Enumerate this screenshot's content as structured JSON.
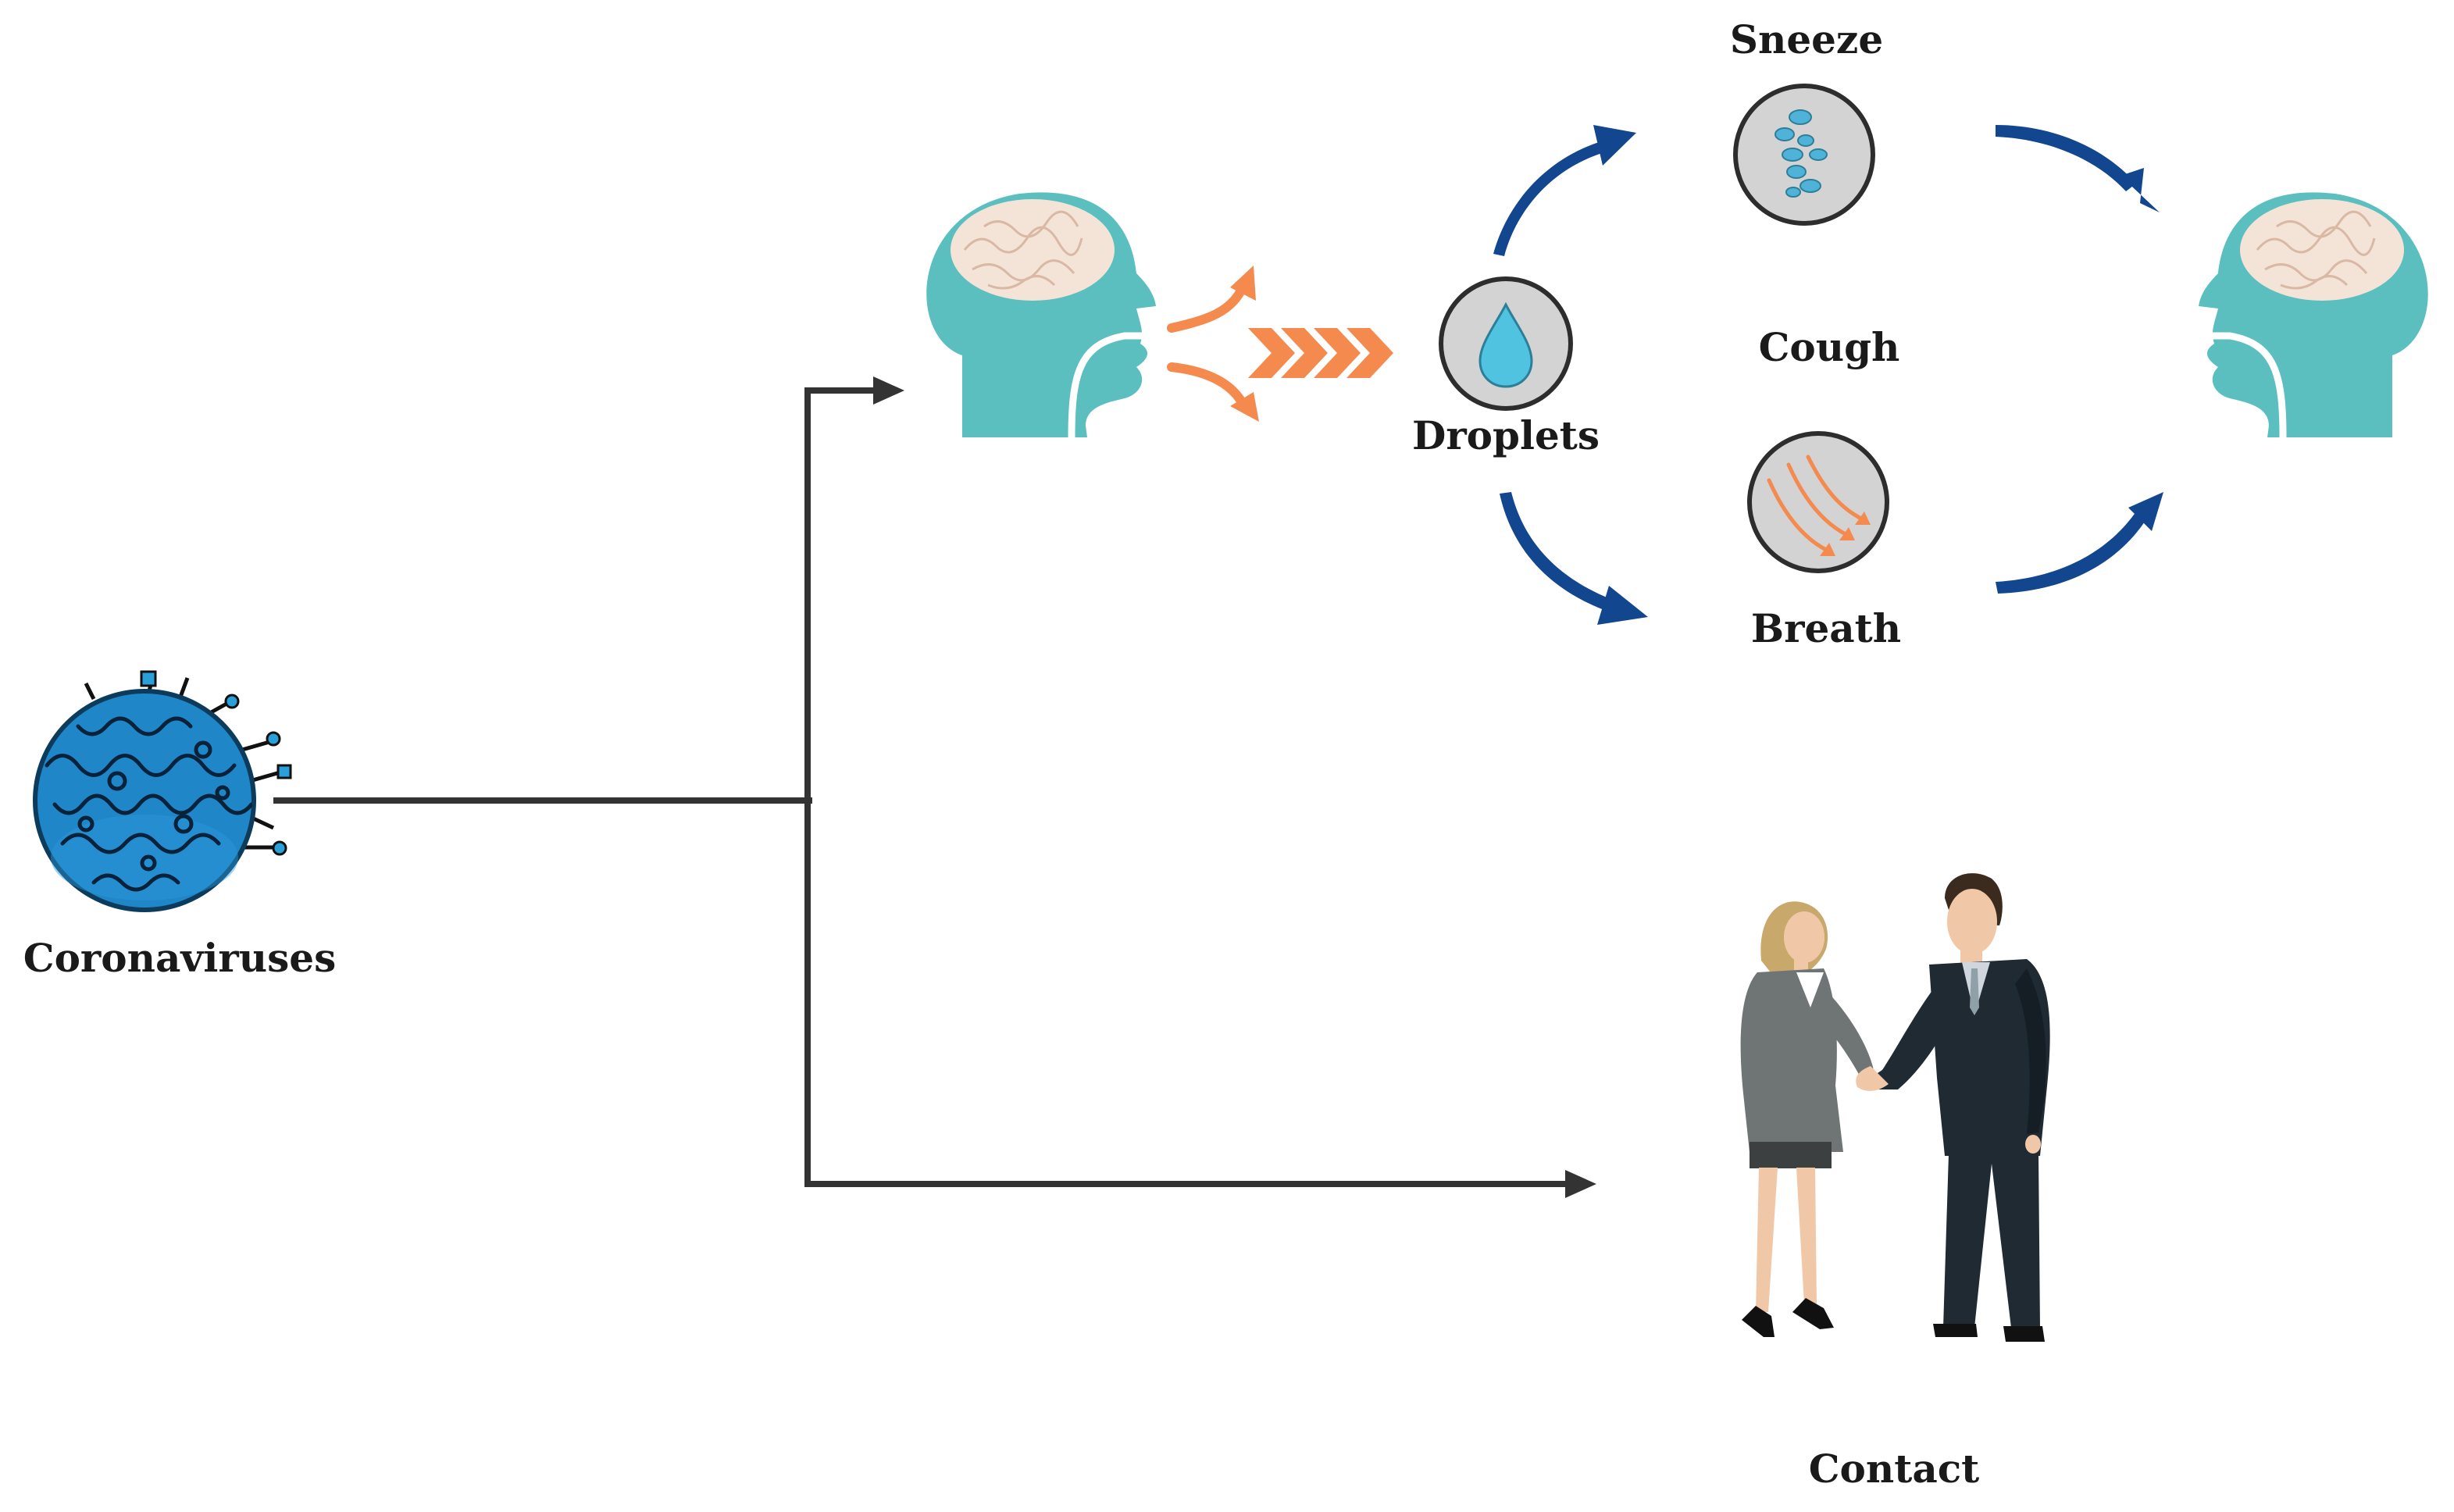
{
  "labels": {
    "coronaviruses": "Coronaviruses",
    "droplets": "Droplets",
    "sneeze": "Sneeze",
    "cough": "Cough",
    "breath": "Breath",
    "contact": "Contact"
  },
  "colors": {
    "connector": "#333333",
    "head": "#5bbfbf",
    "brain": "#f4e3d7",
    "orange_arrow": "#f58a4f",
    "blue_arrow": "#12468f",
    "virus": "#1f86c8",
    "droplet": "#4fc3df",
    "disc": "#d3d3d3",
    "suit_man": "#1f2a33",
    "suit_woman": "#6f7474"
  },
  "icons": {
    "virus": "coronavirus-icon",
    "source_head": "head-profile-icon",
    "target_head": "head-profile-icon",
    "droplet": "water-drop-icon",
    "sneeze": "sneeze-droplets-icon",
    "breath": "breath-airflow-icon",
    "contact": "handshake-people-icon"
  }
}
